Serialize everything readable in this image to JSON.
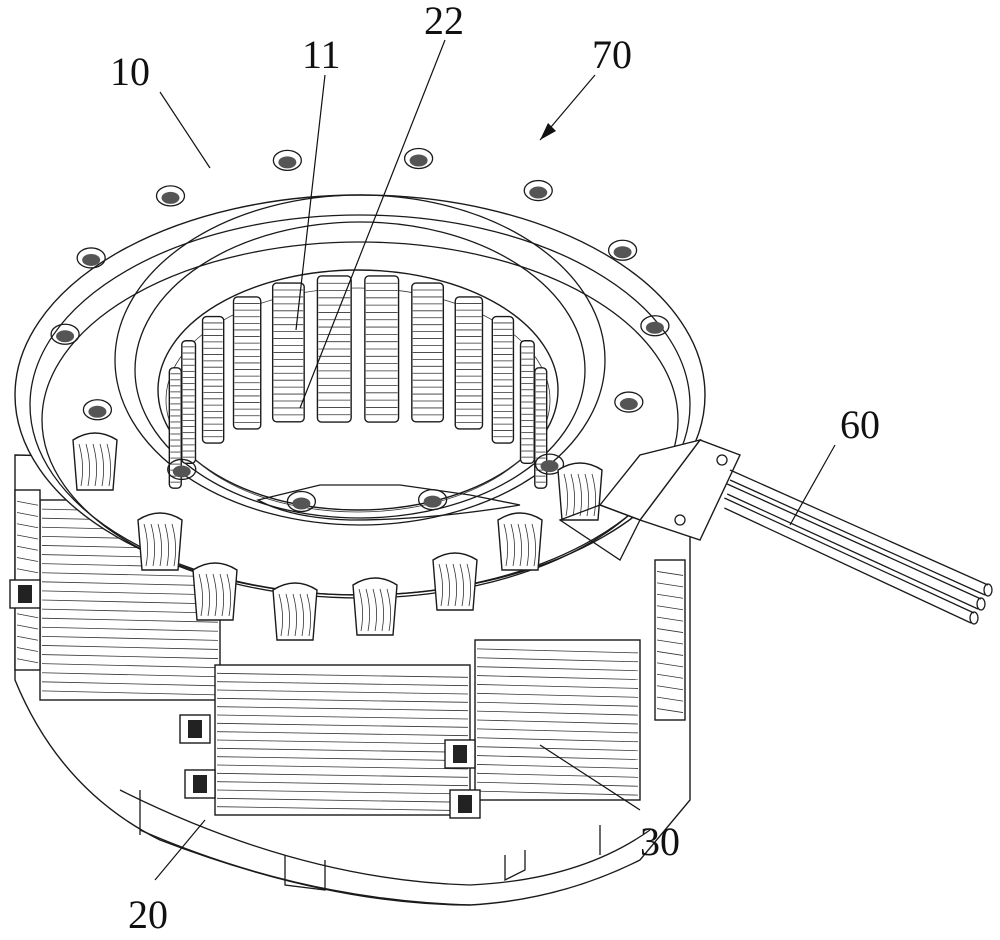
{
  "figure": {
    "labels": [
      {
        "id": "10",
        "text": "10"
      },
      {
        "id": "11",
        "text": "11"
      },
      {
        "id": "22",
        "text": "22"
      },
      {
        "id": "70",
        "text": "70"
      },
      {
        "id": "60",
        "text": "60"
      },
      {
        "id": "30",
        "text": "30"
      },
      {
        "id": "20",
        "text": "20"
      }
    ],
    "teeth_count": 12,
    "slot_count": 12,
    "wire_count": 3
  }
}
